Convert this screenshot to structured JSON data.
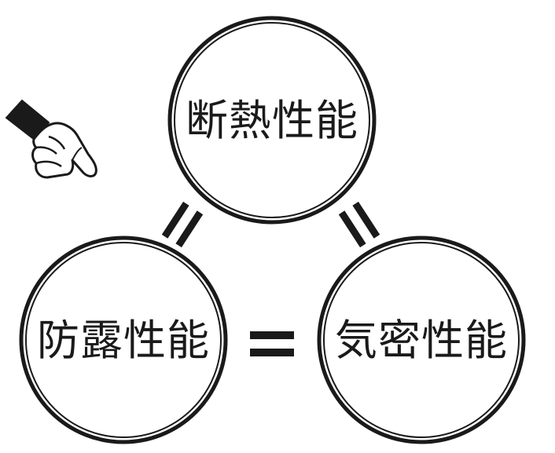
{
  "diagram": {
    "nodes": [
      {
        "id": "top",
        "label": "断熱性能"
      },
      {
        "id": "left",
        "label": "防露性能"
      },
      {
        "id": "right",
        "label": "気密性能"
      }
    ],
    "connectors": [
      {
        "from": "top",
        "to": "left",
        "symbol": "="
      },
      {
        "from": "top",
        "to": "right",
        "symbol": "="
      },
      {
        "from": "left",
        "to": "right",
        "symbol": "="
      }
    ],
    "pointer": {
      "icon": "pointing-hand-icon"
    },
    "colors": {
      "stroke": "#1a1a1a",
      "background": "#ffffff",
      "hand_fill": "#ffffff",
      "cuff": "#1a1a1a"
    }
  }
}
